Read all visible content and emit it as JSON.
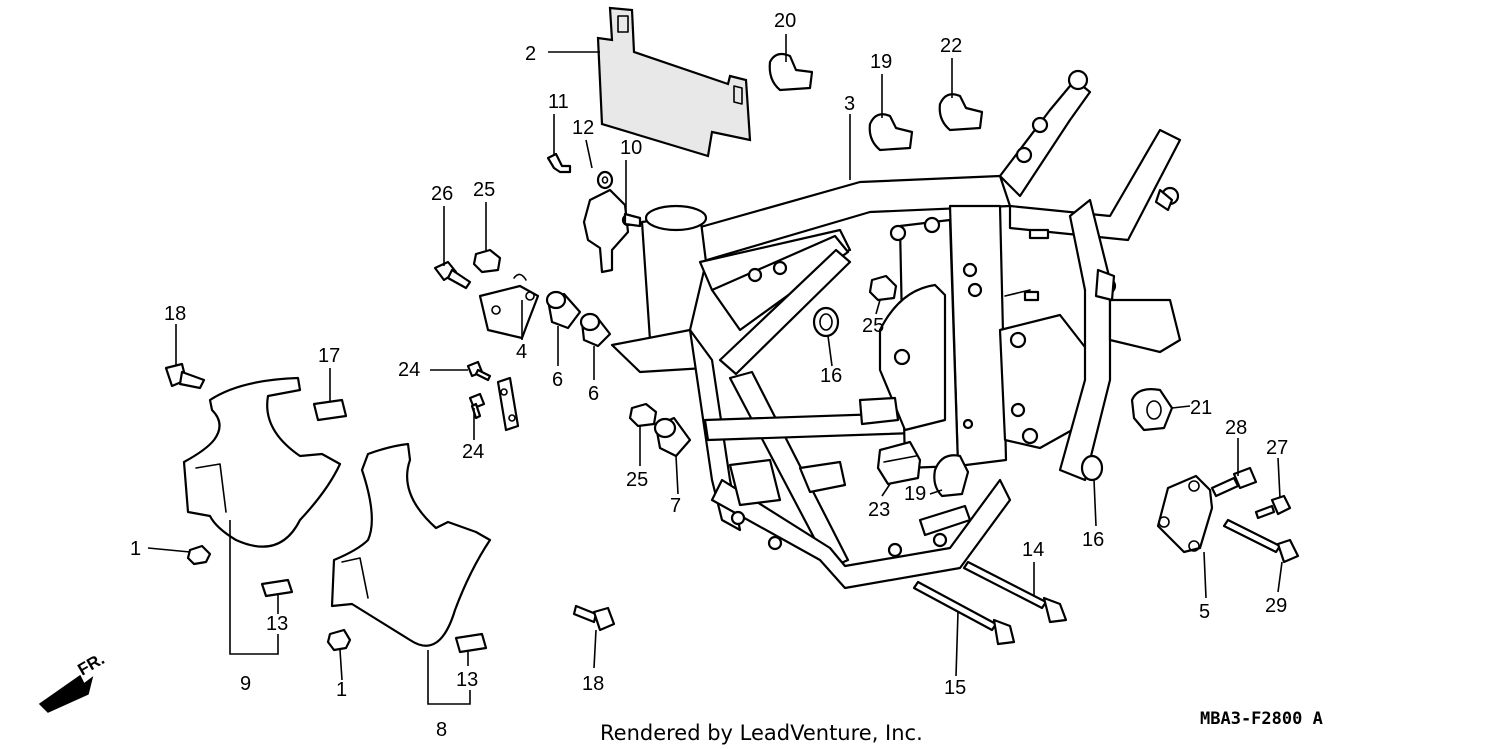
{
  "footer": {
    "credit": "Rendered by LeadVenture, Inc.",
    "diagram_code": "MBA3-F2800 A"
  },
  "direction_marker": "FR.",
  "callouts": [
    {
      "id": "c1a",
      "label": "1"
    },
    {
      "id": "c1b",
      "label": "1"
    },
    {
      "id": "c2",
      "label": "2"
    },
    {
      "id": "c3",
      "label": "3"
    },
    {
      "id": "c4",
      "label": "4"
    },
    {
      "id": "c5",
      "label": "5"
    },
    {
      "id": "c6a",
      "label": "6"
    },
    {
      "id": "c6b",
      "label": "6"
    },
    {
      "id": "c7",
      "label": "7"
    },
    {
      "id": "c8",
      "label": "8"
    },
    {
      "id": "c9",
      "label": "9"
    },
    {
      "id": "c10",
      "label": "10"
    },
    {
      "id": "c11",
      "label": "11"
    },
    {
      "id": "c12",
      "label": "12"
    },
    {
      "id": "c13a",
      "label": "13"
    },
    {
      "id": "c13b",
      "label": "13"
    },
    {
      "id": "c14",
      "label": "14"
    },
    {
      "id": "c15",
      "label": "15"
    },
    {
      "id": "c16a",
      "label": "16"
    },
    {
      "id": "c16b",
      "label": "16"
    },
    {
      "id": "c17",
      "label": "17"
    },
    {
      "id": "c18a",
      "label": "18"
    },
    {
      "id": "c18b",
      "label": "18"
    },
    {
      "id": "c19a",
      "label": "19"
    },
    {
      "id": "c19b",
      "label": "19"
    },
    {
      "id": "c20",
      "label": "20"
    },
    {
      "id": "c21",
      "label": "21"
    },
    {
      "id": "c22",
      "label": "22"
    },
    {
      "id": "c23",
      "label": "23"
    },
    {
      "id": "c24a",
      "label": "24"
    },
    {
      "id": "c24b",
      "label": "24"
    },
    {
      "id": "c25a",
      "label": "25"
    },
    {
      "id": "c25b",
      "label": "25"
    },
    {
      "id": "c25c",
      "label": "25"
    },
    {
      "id": "c26",
      "label": "26"
    },
    {
      "id": "c27",
      "label": "27"
    },
    {
      "id": "c28",
      "label": "28"
    },
    {
      "id": "c29",
      "label": "29"
    }
  ]
}
